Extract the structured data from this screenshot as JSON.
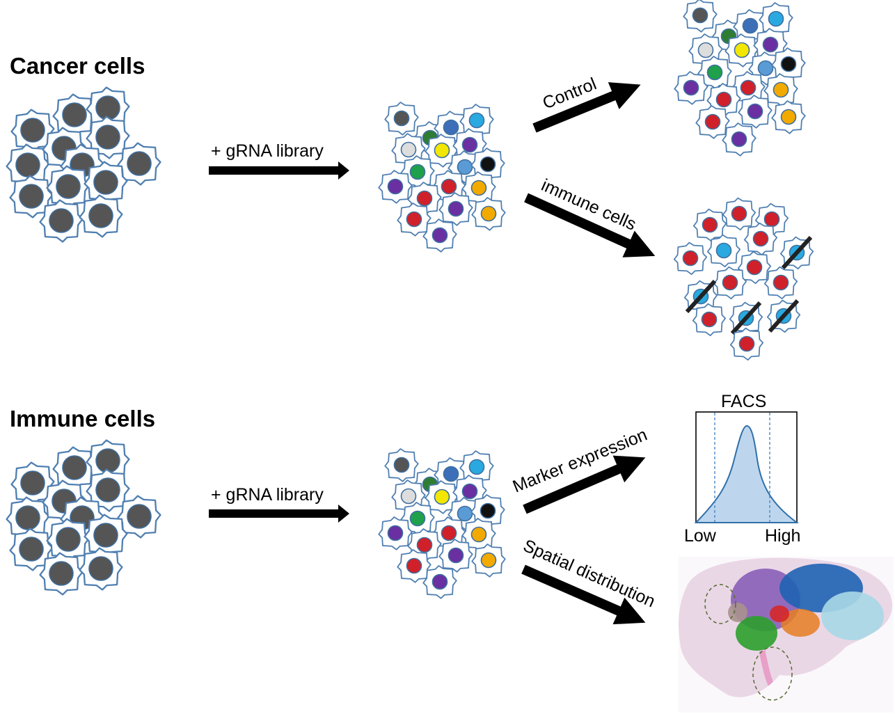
{
  "sections": {
    "cancer": {
      "title": "Cancer cells",
      "library_label": "+ gRNA library",
      "arrow_control_label": "Control",
      "arrow_immune_label": "immune cells"
    },
    "immune": {
      "title": "Immune cells",
      "library_label": "+ gRNA library",
      "arrow_marker_label": "Marker expression",
      "arrow_spatial_label": "Spatial distribution"
    }
  },
  "facs": {
    "title": "FACS",
    "low_label": "Low",
    "high_label": "High",
    "fill_color": "#bdd6ee",
    "curve_color": "#2f6fa8"
  },
  "colors": {
    "cell_outline": "#4f7fb1",
    "unedited_nucleus": "#555555",
    "guide_nuclei": [
      "#555555",
      "#3d6fb8",
      "#29a9e0",
      "#2e7d32",
      "#dddddd",
      "#f3e600",
      "#6a2fa0",
      "#5b9bd5",
      "#111111",
      "#1fa04a",
      "#d0202a",
      "#f2a900"
    ],
    "arrow": "#000000"
  }
}
